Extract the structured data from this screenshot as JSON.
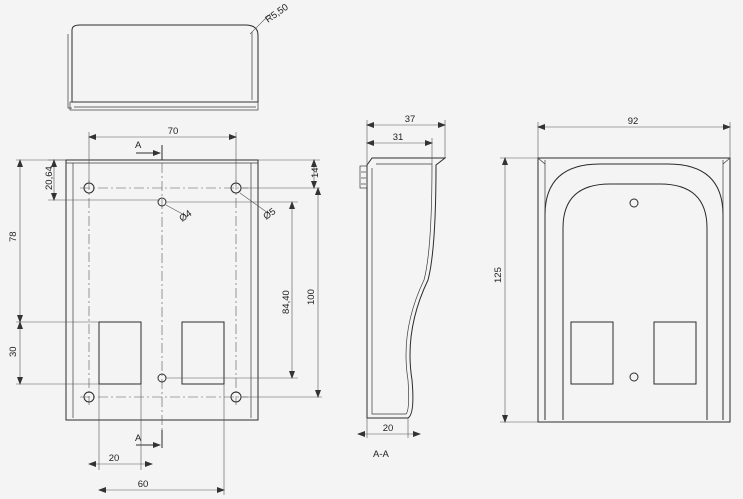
{
  "top_view": {
    "radius_label": "R5,50"
  },
  "front_view": {
    "dim_width_70": "70",
    "dim_gap_20_64": "20,64",
    "dim_top_14": "14",
    "dim_height_78": "78",
    "dim_hole_spacing_84_40": "84,40",
    "dim_height_100": "100",
    "dim_height_30": "30",
    "dim_width_20": "20",
    "dim_width_60": "60",
    "hole_small": "Ø4",
    "hole_large": "Ø5",
    "section_marker_top": "A",
    "section_marker_bottom": "A"
  },
  "section_view": {
    "dim_depth_37": "37",
    "dim_depth_31": "31",
    "dim_bottom_20": "20",
    "caption": "A-A"
  },
  "back_view": {
    "dim_width_92": "92",
    "dim_height_125": "125"
  }
}
